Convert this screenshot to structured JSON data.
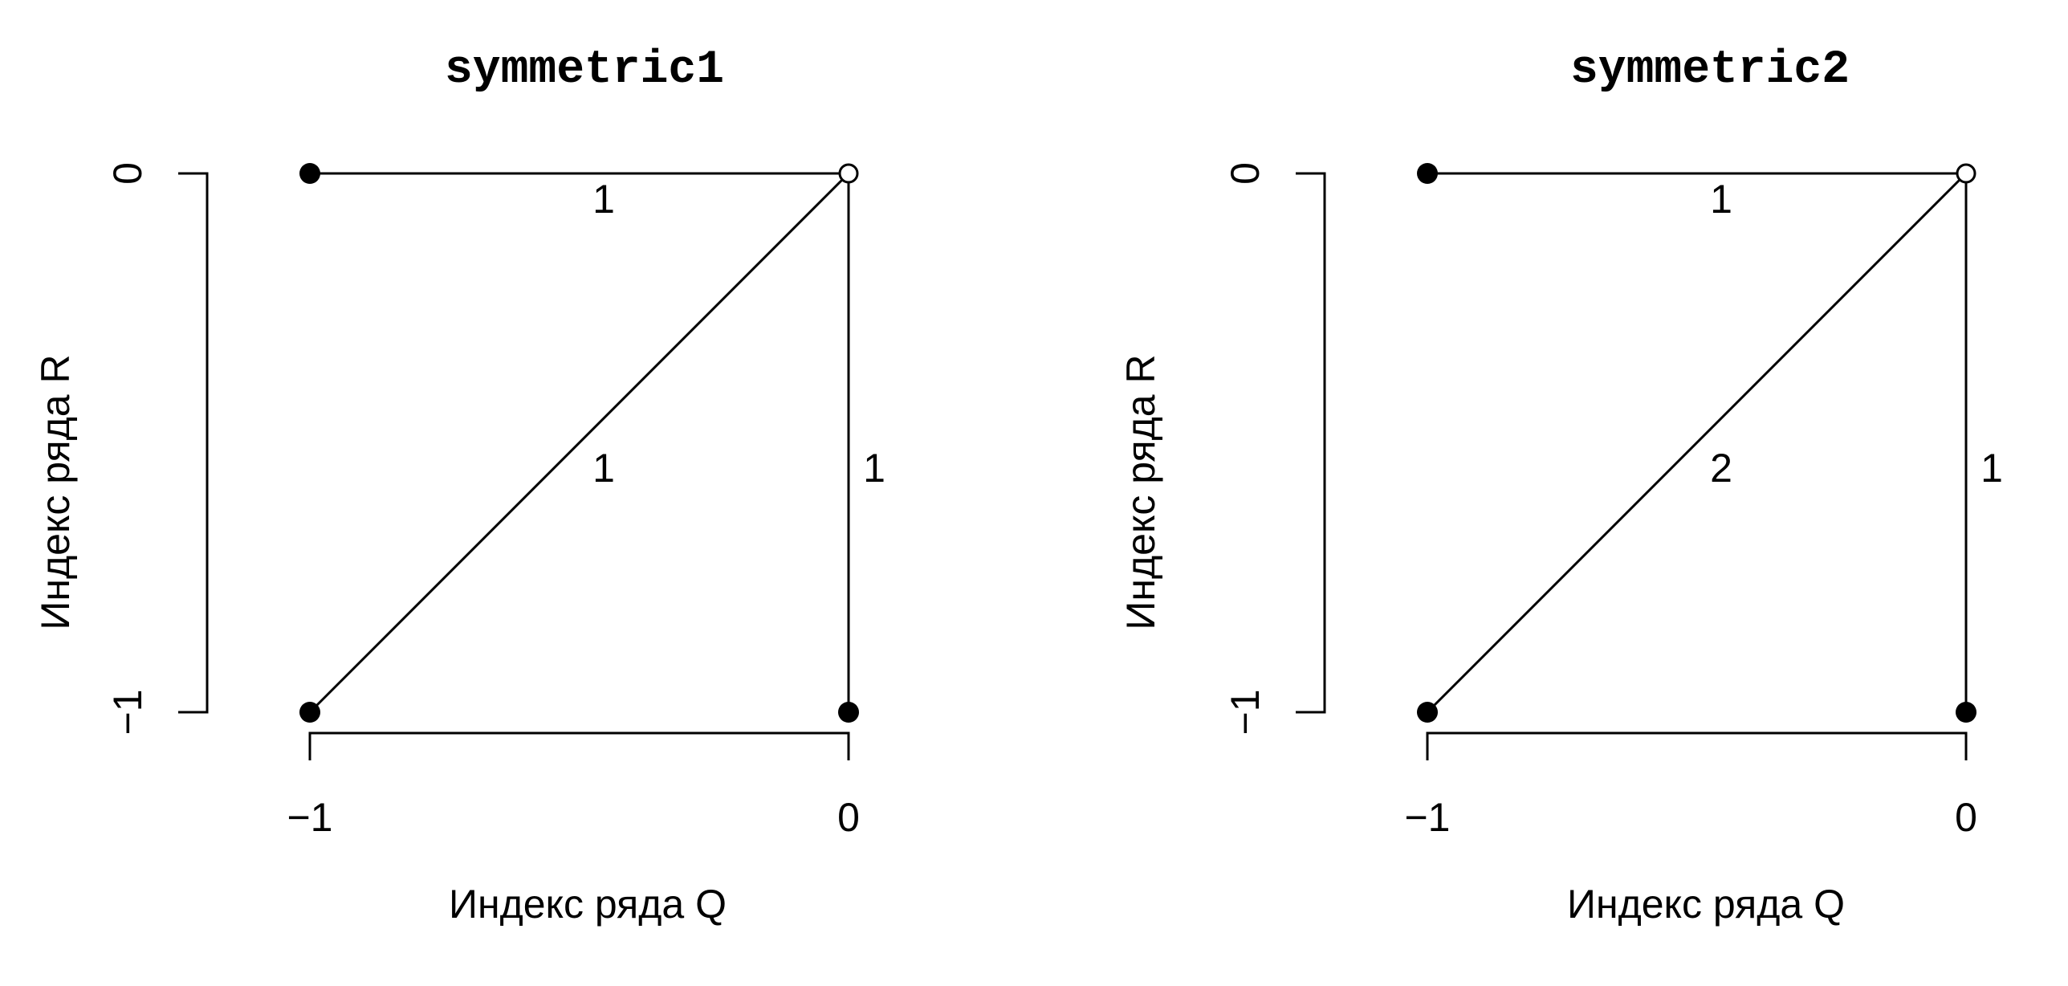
{
  "panels": [
    {
      "title": "symmetric1",
      "xlabel": "Индекс ряда Q",
      "ylabel": "Индекс ряда R",
      "x_ticks": [
        {
          "value": -1,
          "label": "−1"
        },
        {
          "value": 0,
          "label": "0"
        }
      ],
      "y_ticks": [
        {
          "value": 0,
          "label": "0"
        },
        {
          "value": -1,
          "label": "−1"
        }
      ],
      "nodes": [
        {
          "id": "start-top-left",
          "q": -1,
          "r": 0,
          "filled": true
        },
        {
          "id": "start-bottom-left",
          "q": -1,
          "r": -1,
          "filled": true
        },
        {
          "id": "start-bottom-right",
          "q": 0,
          "r": -1,
          "filled": true
        },
        {
          "id": "target",
          "q": 0,
          "r": 0,
          "filled": false
        }
      ],
      "edges": [
        {
          "from": [
            -1,
            0
          ],
          "to": [
            0,
            0
          ],
          "weight": "1"
        },
        {
          "from": [
            -1,
            -1
          ],
          "to": [
            0,
            0
          ],
          "weight": "1"
        },
        {
          "from": [
            0,
            -1
          ],
          "to": [
            0,
            0
          ],
          "weight": "1"
        }
      ]
    },
    {
      "title": "symmetric2",
      "xlabel": "Индекс ряда Q",
      "ylabel": "Индекс ряда R",
      "x_ticks": [
        {
          "value": -1,
          "label": "−1"
        },
        {
          "value": 0,
          "label": "0"
        }
      ],
      "y_ticks": [
        {
          "value": 0,
          "label": "0"
        },
        {
          "value": -1,
          "label": "−1"
        }
      ],
      "nodes": [
        {
          "id": "start-top-left",
          "q": -1,
          "r": 0,
          "filled": true
        },
        {
          "id": "start-bottom-left",
          "q": -1,
          "r": -1,
          "filled": true
        },
        {
          "id": "start-bottom-right",
          "q": 0,
          "r": -1,
          "filled": true
        },
        {
          "id": "target",
          "q": 0,
          "r": 0,
          "filled": false
        }
      ],
      "edges": [
        {
          "from": [
            -1,
            0
          ],
          "to": [
            0,
            0
          ],
          "weight": "1"
        },
        {
          "from": [
            -1,
            -1
          ],
          "to": [
            0,
            0
          ],
          "weight": "2"
        },
        {
          "from": [
            0,
            -1
          ],
          "to": [
            0,
            0
          ],
          "weight": "1"
        }
      ]
    }
  ]
}
